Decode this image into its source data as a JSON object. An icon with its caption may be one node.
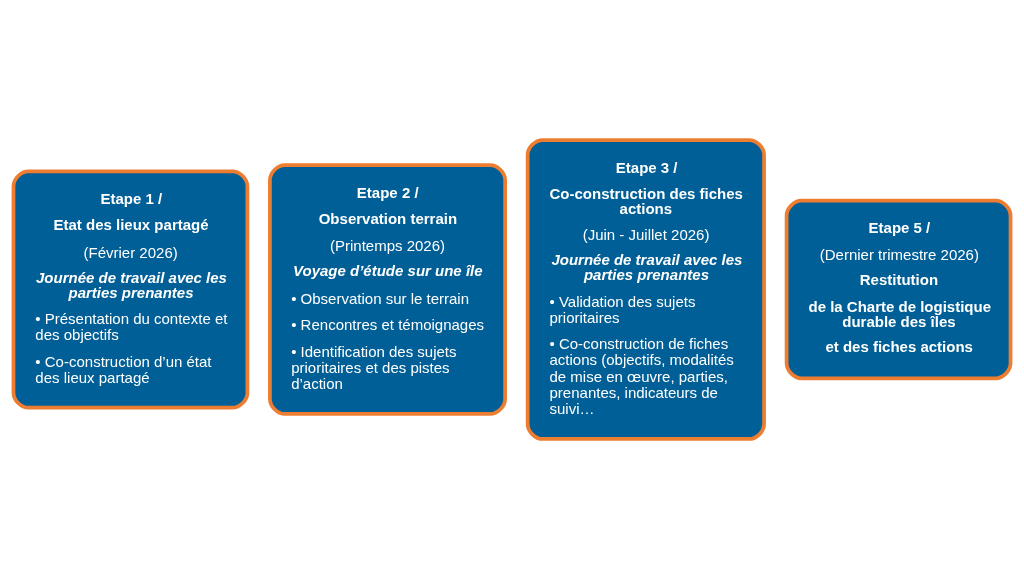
{
  "diagram": {
    "nodes": [
      {
        "text": [
          "Etape 1 /",
          "Etat des lieux partagé",
          "(Février 2026)",
          "Journée de travail avec les parties prenantes",
          "• Présentation du contexte et des objectifs",
          "• Co-construction d’un état des lieux partagé"
        ]
      },
      {
        "text": [
          "Etape 2 /",
          "Observation terrain",
          "(Printemps 2026)",
          "Voyage d’étude sur une île",
          "• Observation sur le terrain",
          "• Rencontres et témoignages",
          "• Identification des sujets prioritaires et des pistes d’action"
        ]
      },
      {
        "text": [
          "Etape 3 /",
          "Co-construction des fiches actions",
          "(Juin - Juillet 2026)",
          "Journée de travail avec les parties prenantes",
          "• Validation des sujets prioritaires",
          "• Co-construction de fiches actions (objectifs, modalités de mise en œuvre, parties, prenantes, indicateurs de suivi…"
        ]
      },
      {
        "text": [
          "Etape 5 /",
          "(Dernier trimestre 2026)",
          "Restitution",
          "de la Charte de logistique durable des îles",
          "et des fiches actions"
        ]
      }
    ],
    "edges": []
  }
}
